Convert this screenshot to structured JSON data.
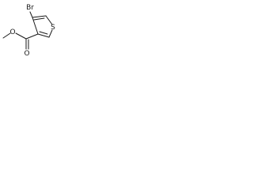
{
  "molecule": {
    "atoms": {
      "bromine": "Br",
      "sulfur": "S",
      "carbonyl_oxygen": "O",
      "ester_oxygen": "O"
    },
    "colors": {
      "bond": "#1a1a1a",
      "label": "#1a1a1a",
      "background": "#ffffff"
    }
  }
}
